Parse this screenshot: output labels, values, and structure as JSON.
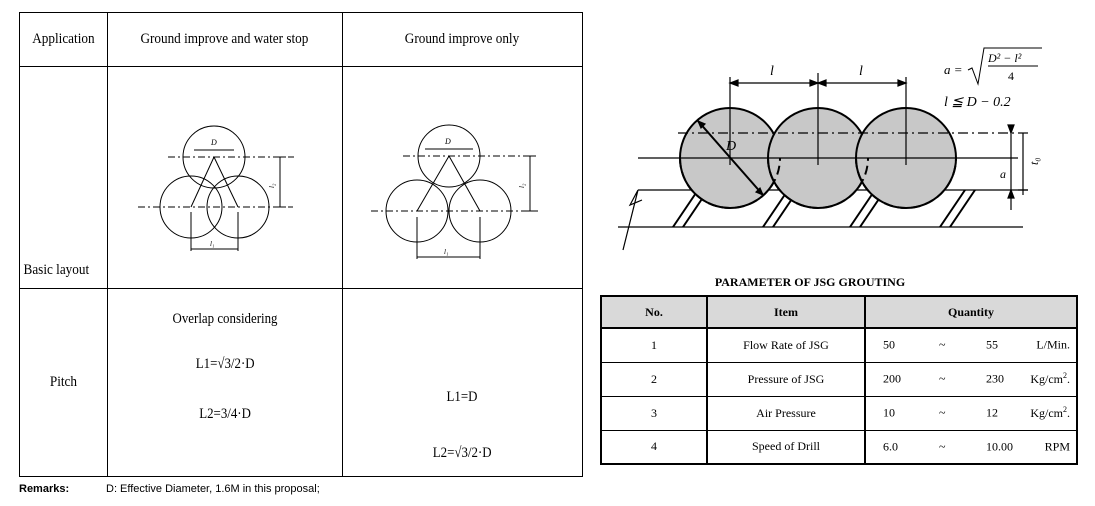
{
  "layout_table": {
    "headers": [
      "Application",
      "Ground improve and water stop",
      "Ground improve only"
    ],
    "row_layout_label": "Basic layout",
    "diagram_labels": {
      "d": "D",
      "l1": "l₁",
      "l2": "l₂"
    },
    "row_pitch_label": "Pitch",
    "pitch_water_stop": {
      "note": "Overlap considering",
      "l1": "L1=√3/2·D",
      "l2": "L2=3/4·D"
    },
    "pitch_ground_only": {
      "l1": "L1=D",
      "l2": "L2=√3/2·D"
    }
  },
  "remarks": {
    "label": "Remarks:",
    "text": "D: Effective Diameter, 1.6M in this proposal;"
  },
  "jsg_diagram": {
    "l_label": "l",
    "d_label": "D",
    "a_label": "a",
    "t0_label": "t₀",
    "formula_a_lhs": "a =",
    "formula_a_num": "D² − l²",
    "formula_a_den": "4",
    "formula_l": "l ≦ D − 0.2"
  },
  "param_table": {
    "title": "PARAMETER OF JSG GROUTING",
    "headers": [
      "No.",
      "Item",
      "Quantity"
    ],
    "rows": [
      {
        "no": "1",
        "item": "Flow Rate of JSG",
        "min": "50",
        "sep": "~",
        "max": "55",
        "unit": "L/Min."
      },
      {
        "no": "2",
        "item": "Pressure of JSG",
        "min": "200",
        "sep": "~",
        "max": "230",
        "unit": "Kg/cm",
        "sup": "2",
        "unit_end": "."
      },
      {
        "no": "3",
        "item": "Air Pressure",
        "min": "10",
        "sep": "~",
        "max": "12",
        "unit": "Kg/cm",
        "sup": "2",
        "unit_end": "."
      },
      {
        "no": "4",
        "item": "Speed of Drill",
        "min": "6.0",
        "sep": "~",
        "max": "10.00",
        "unit": "RPM"
      }
    ]
  }
}
